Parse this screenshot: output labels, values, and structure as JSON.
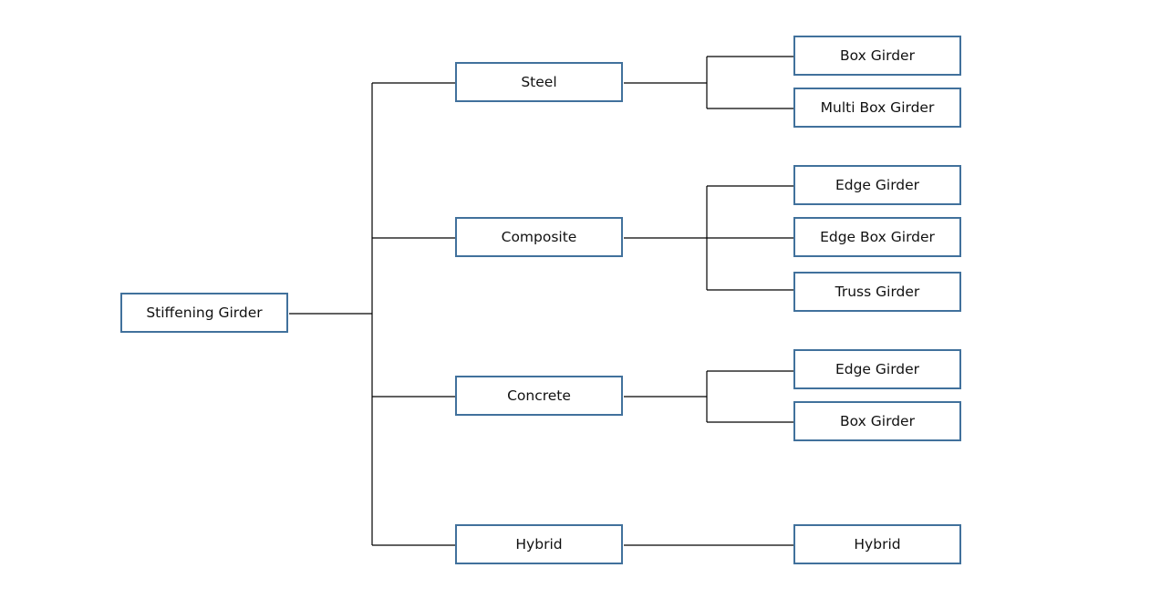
{
  "root": {
    "label": "Stiffening Girder"
  },
  "branches": [
    {
      "label": "Steel",
      "children": [
        "Box Girder",
        "Multi Box Girder"
      ]
    },
    {
      "label": "Composite",
      "children": [
        "Edge Girder",
        "Edge Box Girder",
        "Truss Girder"
      ]
    },
    {
      "label": "Concrete",
      "children": [
        "Edge Girder",
        "Box Girder"
      ]
    },
    {
      "label": "Hybrid",
      "children": [
        "Hybrid"
      ]
    }
  ],
  "colors": {
    "box_border": "#41719c",
    "connector": "#000000",
    "text": "#111111"
  }
}
